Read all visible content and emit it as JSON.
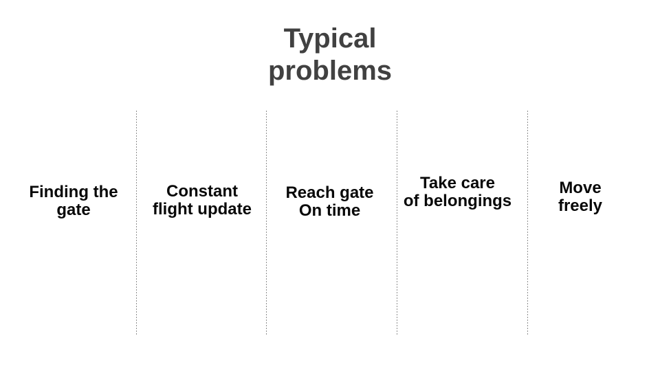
{
  "slide": {
    "title": "Typical\nproblems",
    "problems": [
      {
        "label": "Finding the\ngate"
      },
      {
        "label": "Constant\nflight update"
      },
      {
        "label": "Reach gate\nOn time"
      },
      {
        "label": "Take care\nof belongings"
      },
      {
        "label": "Move\nfreely"
      }
    ],
    "colors": {
      "background": "#ffffff",
      "title_text": "#414141",
      "label_text": "#080808",
      "divider": "#8e8e8e"
    }
  }
}
